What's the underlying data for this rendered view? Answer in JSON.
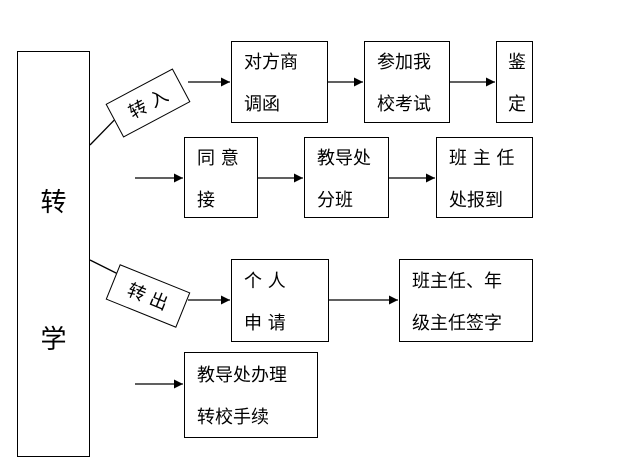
{
  "title": {
    "line1": "转",
    "line2": "学"
  },
  "branch_in": {
    "label": "转 入"
  },
  "branch_out": {
    "label": "转 出"
  },
  "steps": {
    "in1": {
      "line1": "对方商",
      "line2": "调函"
    },
    "in2": {
      "line1": "参加我",
      "line2": "校考试"
    },
    "in3": {
      "line1": "鉴",
      "line2": "定"
    },
    "in4": {
      "line1": "同 意",
      "line2": "接"
    },
    "in5": {
      "line1": "教导处",
      "line2": "分班"
    },
    "in6": {
      "line1": "班 主 任",
      "line2": "处报到"
    },
    "out1": {
      "line1": "个  人",
      "line2": "申  请"
    },
    "out2": {
      "line1": "班主任、年",
      "line2": "级主任签字"
    },
    "out3": {
      "line1": "教导处办理",
      "line2": "转校手续"
    }
  }
}
